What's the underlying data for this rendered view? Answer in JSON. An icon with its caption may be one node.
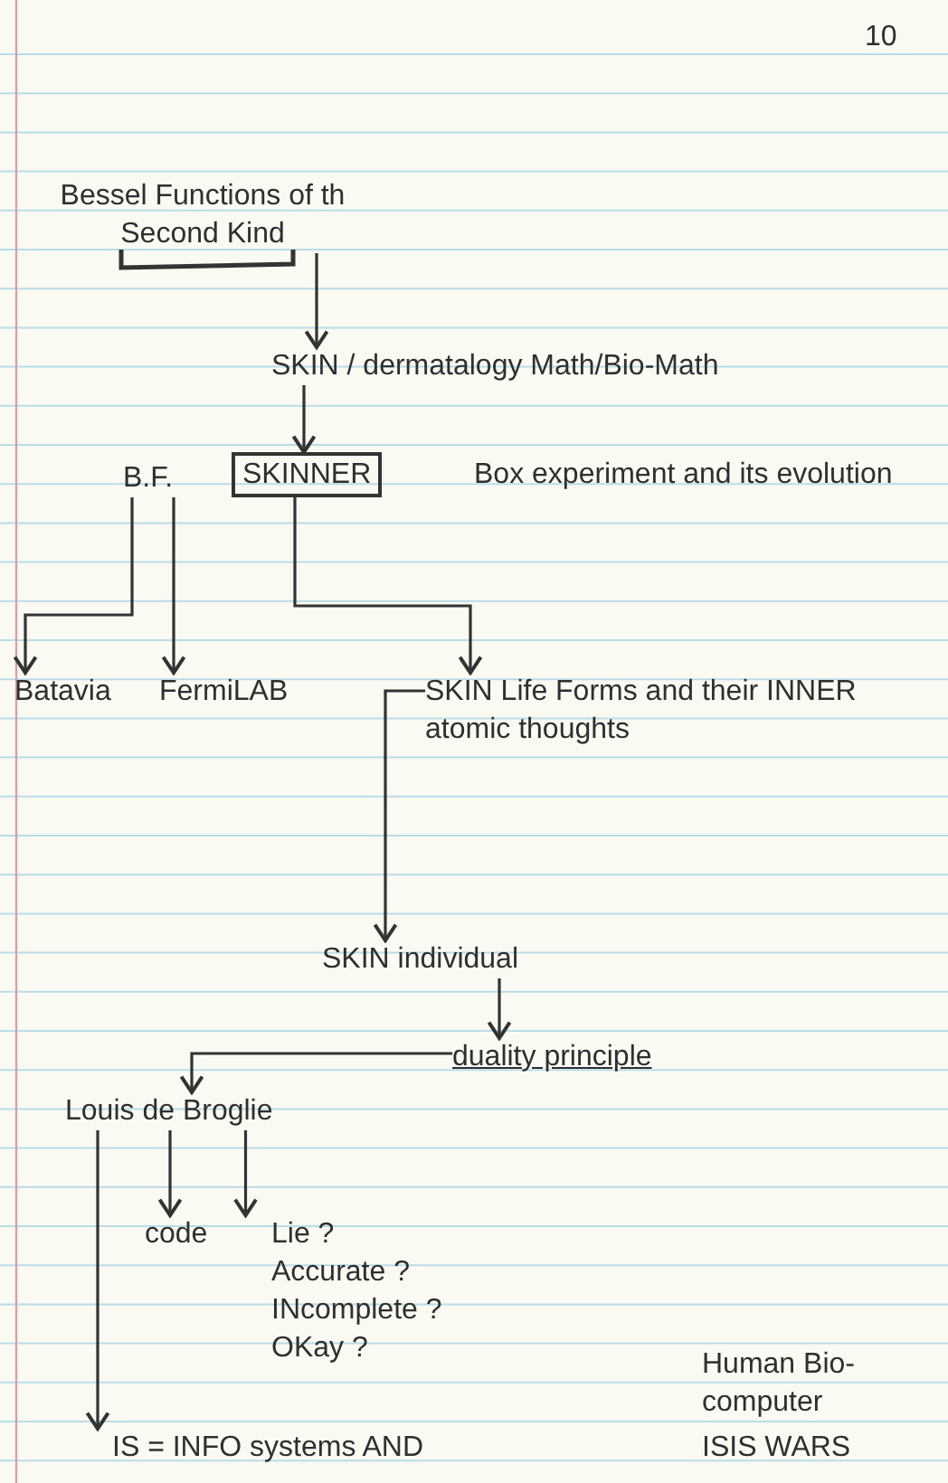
{
  "diagram": {
    "nodes": [
      {
        "text": [
          "Bessel Functions of th Second Kind"
        ]
      },
      {
        "text": [
          "SKIN / dermatalogy Math/Bio-Math"
        ]
      },
      {
        "text": [
          "B.F."
        ]
      },
      {
        "text": [
          "SKINNER"
        ],
        "beside": [
          "Box experiment and its evolution"
        ]
      },
      {
        "text": [
          "Batavia"
        ]
      },
      {
        "text": [
          "FermiLAB"
        ]
      },
      {
        "text": [
          "SKIN Life Forms and their INNER atomic thoughts"
        ]
      },
      {
        "text": [
          "SKIN individual"
        ]
      },
      {
        "text": [
          "duality principle"
        ]
      },
      {
        "text": [
          "Louis de Broglie"
        ]
      },
      {
        "text": [
          "code"
        ]
      },
      {
        "text": [
          "Lie ?",
          "Accurate ?",
          "INcomplete ?",
          "OKay ?"
        ]
      },
      {
        "text": [
          "IS = INFO systems AND"
        ]
      }
    ],
    "edges": [
      {
        "from": 0,
        "to": 1,
        "arrow": "to"
      },
      {
        "from": 1,
        "to": 3,
        "arrow": "to"
      },
      {
        "from": 2,
        "to": 4,
        "arrow": "to"
      },
      {
        "from": 2,
        "to": 5,
        "arrow": "to"
      },
      {
        "from": 3,
        "to": 6,
        "arrow": "to"
      },
      {
        "from": 6,
        "to": 7,
        "arrow": "to"
      },
      {
        "from": 7,
        "to": 8,
        "arrow": "to"
      },
      {
        "from": 8,
        "to": 9,
        "arrow": "to"
      },
      {
        "from": 9,
        "to": 12,
        "arrow": "to"
      },
      {
        "from": 9,
        "to": 10,
        "arrow": "to"
      },
      {
        "from": 9,
        "to": 11,
        "arrow": "to"
      }
    ],
    "labels": [
      "10",
      "Human Bio-computer",
      "ISIS WARS"
    ]
  }
}
